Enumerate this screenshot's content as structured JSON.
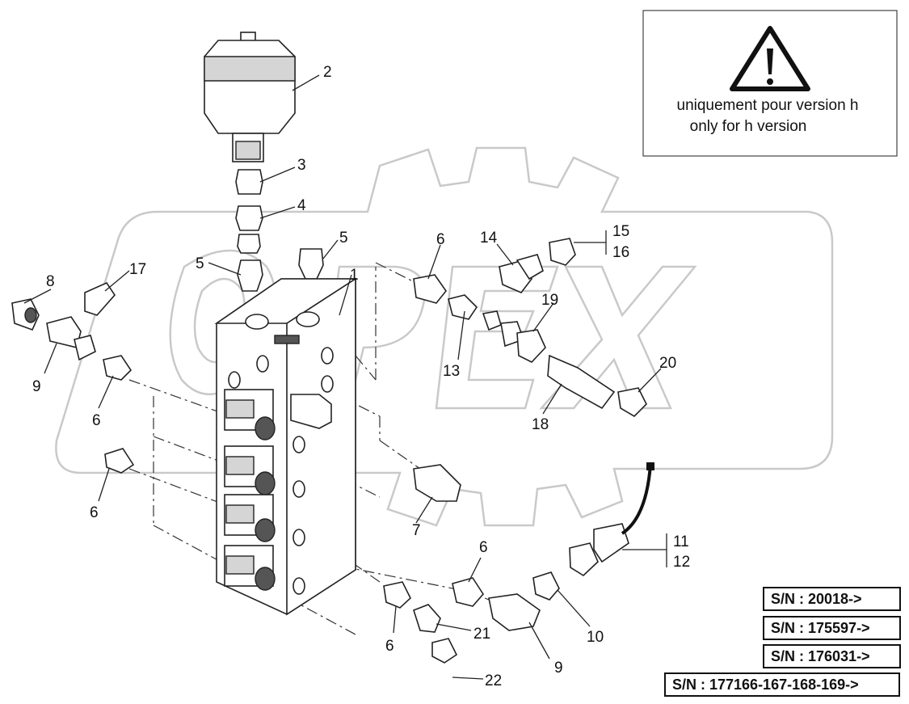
{
  "note": {
    "line_fr": "uniquement pour version h",
    "line_en": "only for h version",
    "icon": "warning-triangle-icon"
  },
  "watermark": "OPEX",
  "labels": {
    "l1": "1",
    "l2": "2",
    "l3": "3",
    "l4": "4",
    "l5a": "5",
    "l5b": "5",
    "l6a": "6",
    "l6b": "6",
    "l6c": "6",
    "l6d": "6",
    "l6e": "6",
    "l7": "7",
    "l8": "8",
    "l9a": "9",
    "l9b": "9",
    "l10": "10",
    "l11": "11",
    "l12": "12",
    "l13": "13",
    "l14": "14",
    "l15": "15",
    "l16": "16",
    "l17": "17",
    "l18": "18",
    "l19": "19",
    "l20": "20",
    "l21": "21",
    "l22": "22"
  },
  "serial_numbers": [
    "S/N : 20018->",
    "S/N : 175597->",
    "S/N : 176031->",
    "S/N : 177166-167-168-169->"
  ]
}
